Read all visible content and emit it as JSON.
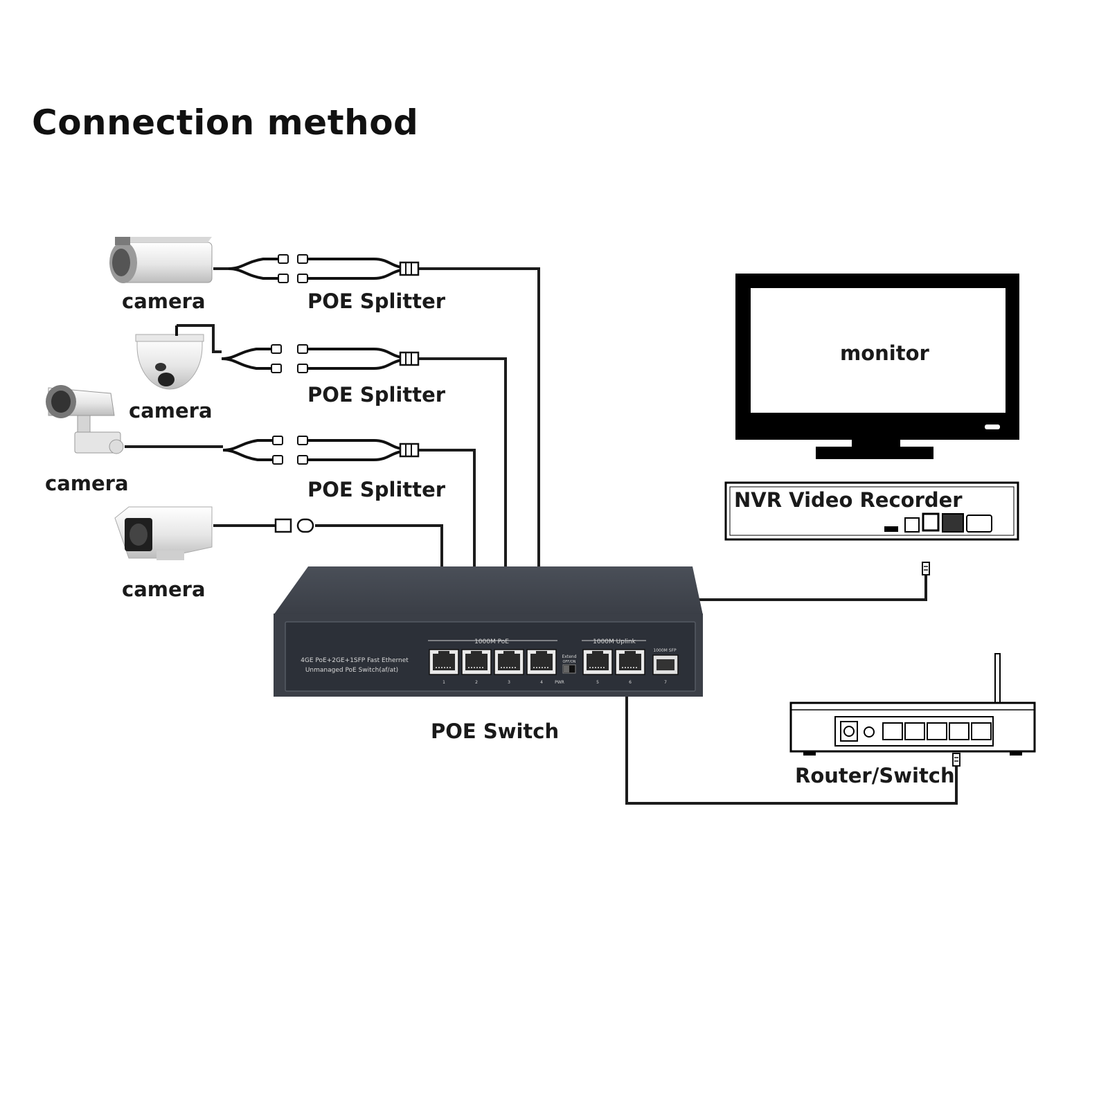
{
  "title": "Connection method",
  "labels": {
    "camera_1": "camera",
    "camera_2": "camera",
    "camera_3": "camera",
    "camera_4": "camera",
    "splitter_1": "POE Splitter",
    "splitter_2": "POE Splitter",
    "splitter_3": "POE Splitter",
    "monitor": "monitor",
    "nvr": "NVR Video Recorder",
    "poe_switch": "POE Switch",
    "router": "Router/Switch"
  },
  "switch_panel": {
    "model_line1": "4GE PoE+2GE+1SFP Fast Ethernet",
    "model_line2": "Unmanaged PoE Switch(af/at)",
    "poe_group": "1000M PoE",
    "uplink_group": "1000M Uplink",
    "sfp_group": "1000M SFP",
    "extend_line1": "Extend",
    "extend_line2": "OFF/ON",
    "pwr": "PWR",
    "port_numbers": [
      "1",
      "2",
      "3",
      "4",
      "5",
      "6",
      "7"
    ]
  },
  "colors": {
    "cable": "#1c1c1c",
    "switch_body": "#3b3f47",
    "switch_face": "#2c3038",
    "camera_body": "#e9e9e9",
    "outline": "#000000"
  },
  "icons": [
    "bullet-camera-icon",
    "dome-camera-icon",
    "ptz-camera-icon",
    "box-camera-icon",
    "poe-splitter-icon",
    "monitor-icon",
    "nvr-icon",
    "poe-switch-icon",
    "router-icon"
  ]
}
